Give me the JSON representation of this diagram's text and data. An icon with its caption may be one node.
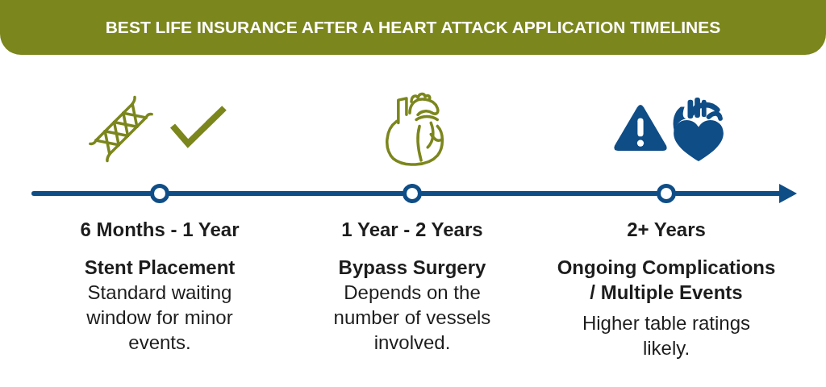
{
  "diagram": {
    "title": "BEST LIFE INSURANCE AFTER A HEART ATTACK APPLICATION TIMELINES",
    "nodes": [
      {
        "text": [],
        "shape": "circle",
        "beside": [
          "6 Months - 1 Year",
          "Stent Placement",
          "Standard waiting window for minor events."
        ]
      },
      {
        "text": [],
        "shape": "circle",
        "beside": [
          "1 Year - 2 Years",
          "Bypass Surgery",
          "Depends on the number of vessels involved."
        ]
      },
      {
        "text": [],
        "shape": "circle",
        "beside": [
          "2+ Years",
          "Ongoing Complications / Multiple Events",
          "Higher table ratings likely."
        ]
      }
    ],
    "edges": [
      {
        "from": null,
        "to": 0,
        "arrow": "none"
      },
      {
        "from": 0,
        "to": 1,
        "arrow": "none"
      },
      {
        "from": 1,
        "to": 2,
        "arrow": "none"
      },
      {
        "from": 2,
        "to": null,
        "arrow": "to"
      }
    ]
  }
}
